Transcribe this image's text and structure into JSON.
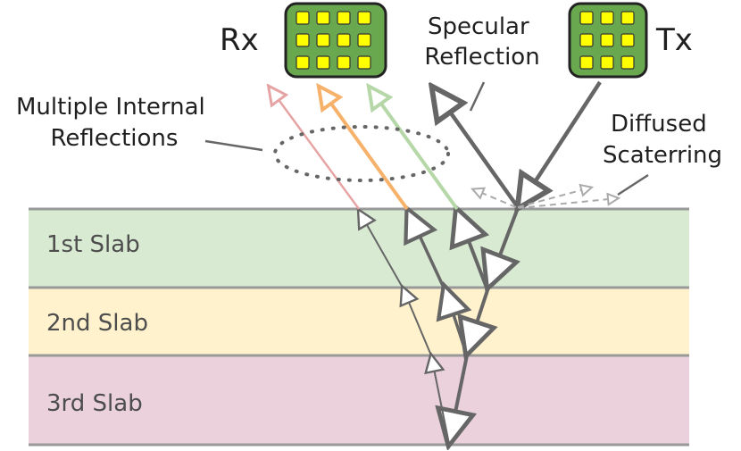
{
  "antennas": {
    "rx": {
      "label": "Rx"
    },
    "tx": {
      "label": "Tx"
    }
  },
  "labels": {
    "specular": [
      "Specular",
      "Reflection"
    ],
    "multiple": [
      "Multiple Internal",
      "Reflections"
    ],
    "diffused": [
      "Diffused",
      "Scaterring"
    ]
  },
  "slabs": [
    {
      "label": "1st Slab",
      "color": "#d9ead3"
    },
    {
      "label": "2nd Slab",
      "color": "#fff2cc"
    },
    {
      "label": "3rd Slab",
      "color": "#ead1dc"
    }
  ],
  "colors": {
    "antenna_body": "#6aa84f",
    "antenna_element": "#ffff00",
    "boundary": "#999999",
    "ray_main": "#666666",
    "ray_red": "#e6a3a3",
    "ray_orange": "#f6b26b",
    "ray_green": "#b6d7a8",
    "ray_diffuse": "#aaaaaa",
    "ellipse": "#666666"
  }
}
